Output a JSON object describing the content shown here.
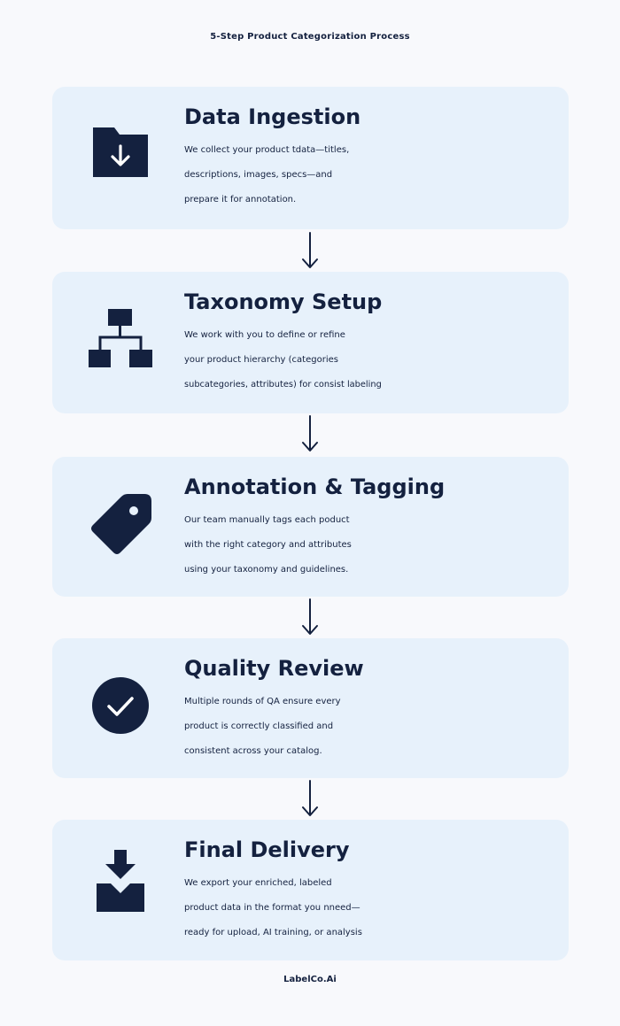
{
  "title": "5-Step Product Categorization Process",
  "brand": "LabelCo.Ai",
  "colors": {
    "background": "#f8f9fc",
    "card": "#e7f1fb",
    "navy": "#14213f"
  },
  "steps": [
    {
      "icon": "folder-download-icon",
      "title": "Data Ingestion",
      "lines": [
        "We collect your product tdata—titles,",
        "descriptions, images, specs—and",
        "prepare it for annotation."
      ]
    },
    {
      "icon": "hierarchy-icon",
      "title": "Taxonomy Setup",
      "lines": [
        "We work with you to define or refine",
        "your product hierarchy (categories",
        "subcategories, attributes) for consist labeling"
      ]
    },
    {
      "icon": "tag-icon",
      "title": "Annotation & Tagging",
      "lines": [
        "Our team manually tags each poduct",
        "with the right category and attributes",
        "using your taxonomy and guidelines."
      ]
    },
    {
      "icon": "check-circle-icon",
      "title": "Quality Review",
      "lines": [
        "Multiple rounds of QA ensure every",
        "product is correctly classified and",
        "consistent across your catalog."
      ]
    },
    {
      "icon": "download-tray-icon",
      "title": "Final Delivery",
      "lines": [
        "We export your enriched, labeled",
        "product data in the format you nneed—",
        "ready for upload, AI training, or analysis"
      ]
    }
  ]
}
